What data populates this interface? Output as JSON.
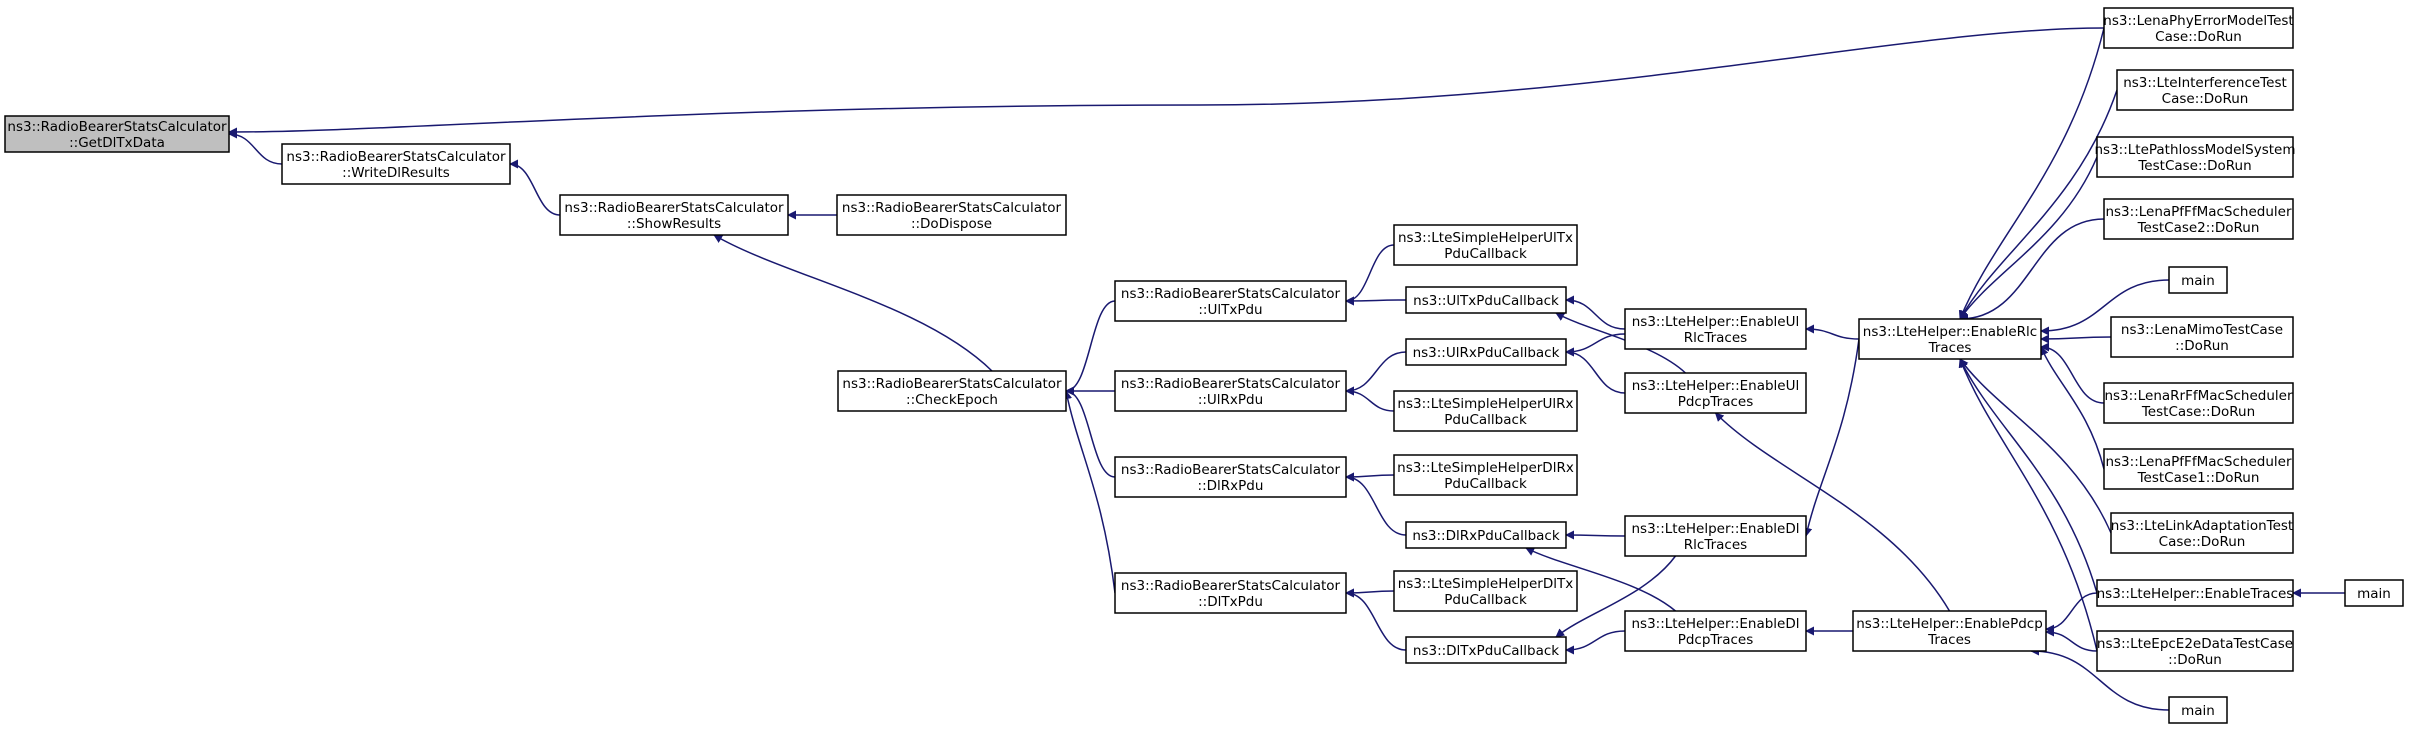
{
  "nodes": {
    "root": [
      "ns3::RadioBearerStatsCalculator",
      "::GetDlTxData"
    ],
    "writedl": [
      "ns3::RadioBearerStatsCalculator",
      "::WriteDlResults"
    ],
    "show": [
      "ns3::RadioBearerStatsCalculator",
      "::ShowResults"
    ],
    "dispose": [
      "ns3::RadioBearerStatsCalculator",
      "::DoDispose"
    ],
    "checkepoch": [
      "ns3::RadioBearerStatsCalculator",
      "::CheckEpoch"
    ],
    "ultxpdu": [
      "ns3::RadioBearerStatsCalculator",
      "::UlTxPdu"
    ],
    "ulrxpdu": [
      "ns3::RadioBearerStatsCalculator",
      "::UlRxPdu"
    ],
    "dlrxpdu": [
      "ns3::RadioBearerStatsCalculator",
      "::DlRxPdu"
    ],
    "dltxpdu": [
      "ns3::RadioBearerStatsCalculator",
      "::DlTxPdu"
    ],
    "simpleultx": [
      "ns3::LteSimpleHelperUlTx",
      "PduCallback"
    ],
    "ultxcb": [
      "ns3::UlTxPduCallback"
    ],
    "ulrxcb": [
      "ns3::UlRxPduCallback"
    ],
    "simpleulrx": [
      "ns3::LteSimpleHelperUlRx",
      "PduCallback"
    ],
    "simpledlrx": [
      "ns3::LteSimpleHelperDlRx",
      "PduCallback"
    ],
    "dlrxcb": [
      "ns3::DlRxPduCallback"
    ],
    "simpledltx": [
      "ns3::LteSimpleHelperDlTx",
      "PduCallback"
    ],
    "dltxcb": [
      "ns3::DlTxPduCallback"
    ],
    "enulrlc": [
      "ns3::LteHelper::EnableUl",
      "RlcTraces"
    ],
    "enulpdcp": [
      "ns3::LteHelper::EnableUl",
      "PdcpTraces"
    ],
    "endlrlc": [
      "ns3::LteHelper::EnableDl",
      "RlcTraces"
    ],
    "endlpdcp": [
      "ns3::LteHelper::EnableDl",
      "PdcpTraces"
    ],
    "enrlc": [
      "ns3::LteHelper::EnableRlc",
      "Traces"
    ],
    "enpdcp": [
      "ns3::LteHelper::EnablePdcp",
      "Traces"
    ],
    "phyerr": [
      "ns3::LenaPhyErrorModelTest",
      "Case::DoRun"
    ],
    "interf": [
      "ns3::LteInterferenceTest",
      "Case::DoRun"
    ],
    "pathloss": [
      "ns3::LtePathlossModelSystem",
      "TestCase::DoRun"
    ],
    "pfff2": [
      "ns3::LenaPfFfMacScheduler",
      "TestCase2::DoRun"
    ],
    "main1": [
      "main"
    ],
    "mimo": [
      "ns3::LenaMimoTestCase",
      "::DoRun"
    ],
    "rrff": [
      "ns3::LenaRrFfMacScheduler",
      "TestCase::DoRun"
    ],
    "pfff1": [
      "ns3::LenaPfFfMacScheduler",
      "TestCase1::DoRun"
    ],
    "linkadapt": [
      "ns3::LteLinkAdaptationTest",
      "Case::DoRun"
    ],
    "entraces": [
      "ns3::LteHelper::EnableTraces"
    ],
    "main2": [
      "main"
    ],
    "epce2e": [
      "ns3::LteEpcE2eDataTestCase",
      "::DoRun"
    ],
    "main3": [
      "main"
    ]
  },
  "edges": [
    [
      "writedl",
      "root"
    ],
    [
      "phyerr",
      "root"
    ],
    [
      "show",
      "writedl"
    ],
    [
      "dispose",
      "show"
    ],
    [
      "checkepoch",
      "show"
    ],
    [
      "ultxpdu",
      "checkepoch"
    ],
    [
      "ulrxpdu",
      "checkepoch"
    ],
    [
      "dlrxpdu",
      "checkepoch"
    ],
    [
      "dltxpdu",
      "checkepoch"
    ],
    [
      "simpleultx",
      "ultxpdu"
    ],
    [
      "ultxcb",
      "ultxpdu"
    ],
    [
      "ulrxcb",
      "ulrxpdu"
    ],
    [
      "simpleulrx",
      "ulrxpdu"
    ],
    [
      "simpledlrx",
      "dlrxpdu"
    ],
    [
      "dlrxcb",
      "dlrxpdu"
    ],
    [
      "simpledltx",
      "dltxpdu"
    ],
    [
      "dltxcb",
      "dltxpdu"
    ],
    [
      "enulrlc",
      "ultxcb"
    ],
    [
      "enulpdcp",
      "ultxcb"
    ],
    [
      "enulrlc",
      "ulrxcb"
    ],
    [
      "enulpdcp",
      "ulrxcb"
    ],
    [
      "endlrlc",
      "dlrxcb"
    ],
    [
      "endlpdcp",
      "dlrxcb"
    ],
    [
      "endlrlc",
      "dltxcb"
    ],
    [
      "endlpdcp",
      "dltxcb"
    ],
    [
      "enrlc",
      "enulrlc"
    ],
    [
      "enrlc",
      "endlrlc"
    ],
    [
      "enpdcp",
      "enulpdcp"
    ],
    [
      "enpdcp",
      "endlpdcp"
    ],
    [
      "phyerr",
      "enrlc"
    ],
    [
      "interf",
      "enrlc"
    ],
    [
      "pathloss",
      "enrlc"
    ],
    [
      "pfff2",
      "enrlc"
    ],
    [
      "main1",
      "enrlc"
    ],
    [
      "mimo",
      "enrlc"
    ],
    [
      "rrff",
      "enrlc"
    ],
    [
      "pfff1",
      "enrlc"
    ],
    [
      "linkadapt",
      "enrlc"
    ],
    [
      "entraces",
      "enrlc"
    ],
    [
      "epce2e",
      "enrlc"
    ],
    [
      "entraces",
      "enpdcp"
    ],
    [
      "epce2e",
      "enpdcp"
    ],
    [
      "main3",
      "enpdcp"
    ],
    [
      "main2",
      "entraces"
    ]
  ]
}
